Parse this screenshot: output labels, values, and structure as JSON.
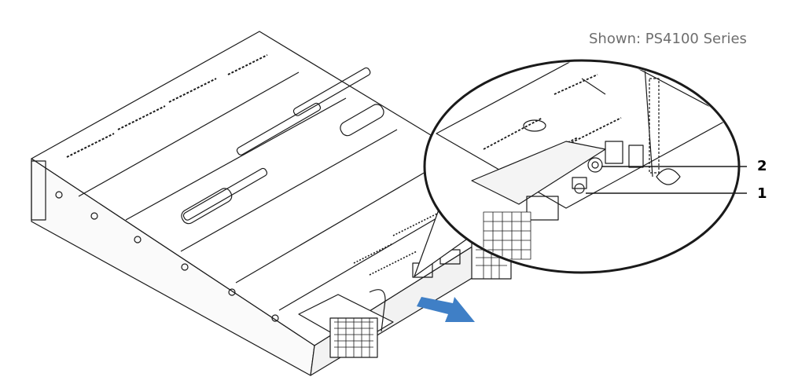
{
  "caption": "Shown: PS4100 Series",
  "callouts": [
    {
      "label": "2"
    },
    {
      "label": "1"
    }
  ],
  "colors": {
    "line": "#1a1a1a",
    "arrow": "#3f7fc6",
    "caption": "#6e6e6e",
    "background": "#ffffff"
  },
  "icons": [
    "removal-direction-arrow-icon"
  ]
}
